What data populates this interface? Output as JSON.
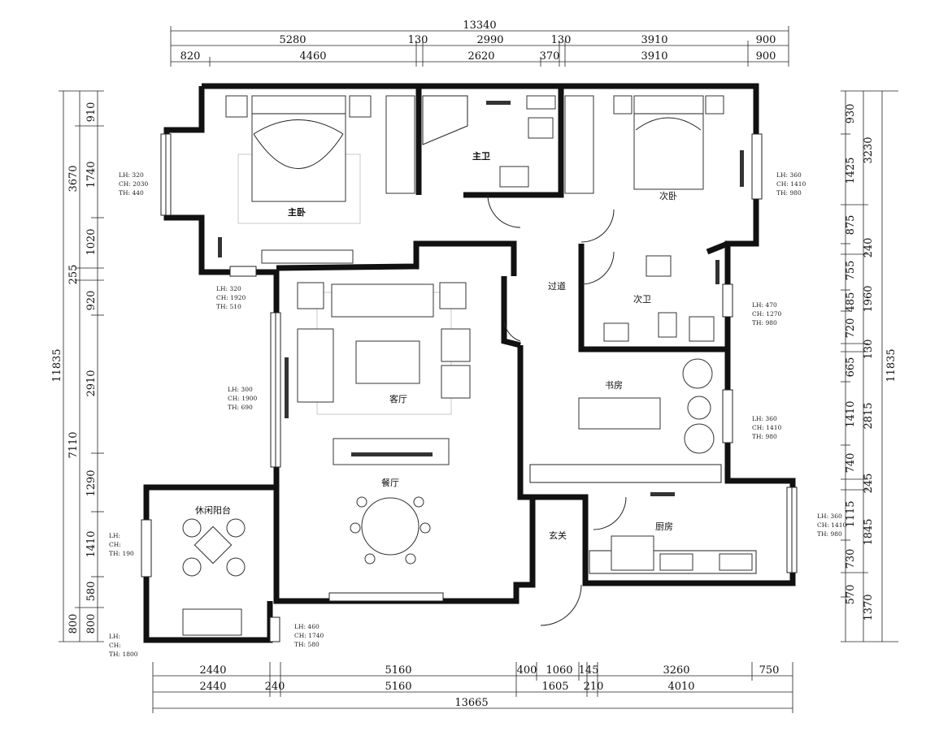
{
  "plan": {
    "rooms": {
      "master_bedroom": "主卧",
      "master_bath": "主卫",
      "second_bedroom": "次卧",
      "corridor": "过道",
      "second_bath": "次卫",
      "living_room": "客厅",
      "study": "书房",
      "dining_room": "餐厅",
      "leisure_balcony": "休闲阳台",
      "entrance": "玄关",
      "kitchen": "厨房"
    },
    "top_dims": {
      "row1": [
        "13340"
      ],
      "row2": [
        "5280",
        "130",
        "2990",
        "130",
        "3910",
        "900"
      ],
      "row3": [
        "820",
        "4460",
        "2620",
        "370",
        "3910",
        "900"
      ]
    },
    "bottom_dims": {
      "row1": [
        "2440",
        "5160",
        "400",
        "1060",
        "145",
        "3260",
        "750"
      ],
      "row2": [
        "2440",
        "240",
        "5160",
        "1605",
        "210",
        "4010"
      ],
      "row3": [
        "13665"
      ]
    },
    "left_dims": {
      "outer": [
        "11835"
      ],
      "middle": [
        "3670",
        "255",
        "7110",
        "800"
      ],
      "inner": [
        "910",
        "1740",
        "1020",
        "920",
        "2910",
        "1290",
        "1410",
        "580",
        "800"
      ]
    },
    "right_dims": {
      "inner": [
        "930",
        "1425",
        "875",
        "755",
        "485",
        "720",
        "665",
        "1410",
        "740",
        "1115",
        "730",
        "570"
      ],
      "middle": [
        "3230",
        "240",
        "1960",
        "130",
        "2815",
        "245",
        "1845",
        "1370"
      ],
      "outer": [
        "11835"
      ]
    },
    "window_notes": {
      "w_master_left": [
        "LH: 320",
        "CH: 2030",
        "TH: 440"
      ],
      "w_master_bottom": [
        "LH:  320",
        "CH: 1920",
        "TH:  510"
      ],
      "w_living_left": [
        "LH: 300",
        "CH: 1900",
        "TH: 690"
      ],
      "w_balcony_left": [
        "LH:",
        "CH:",
        "TH: 190"
      ],
      "w_balcony_bottom_left": [
        "LH:",
        "CH:",
        "TH: 1800"
      ],
      "w_balcony_bottom": [
        "LH:  460",
        "CH: 1740",
        "TH:  580"
      ],
      "w_second_bed": [
        "LH: 360",
        "CH: 1410",
        "TH: 980"
      ],
      "w_second_bath": [
        "LH: 470",
        "CH: 1270",
        "TH: 980"
      ],
      "w_study": [
        "LH: 360",
        "CH: 1410",
        "TH: 980"
      ],
      "w_kitchen": [
        "LH: 360",
        "CH: 1410",
        "TH: 980"
      ]
    }
  }
}
